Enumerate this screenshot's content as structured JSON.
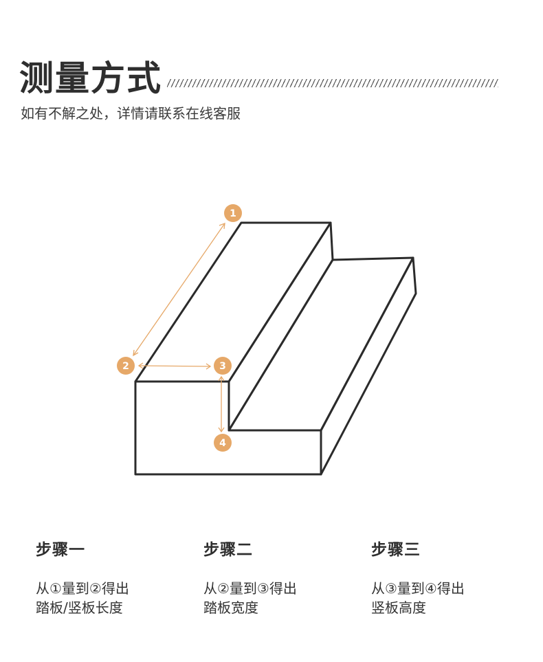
{
  "header": {
    "title": "测量方式",
    "subtitle": "如有不解之处，详情请联系在线客服"
  },
  "diagram": {
    "markers": [
      {
        "label": "1"
      },
      {
        "label": "2"
      },
      {
        "label": "3"
      },
      {
        "label": "4"
      }
    ],
    "colors": {
      "marker": "#e6a868",
      "outline": "#2b2b2b"
    }
  },
  "steps": [
    {
      "title": "步骤一",
      "line1": "从①量到②得出",
      "line2": "踏板/竖板长度"
    },
    {
      "title": "步骤二",
      "line1": "从②量到③得出",
      "line2": "踏板宽度"
    },
    {
      "title": "步骤三",
      "line1": "从③量到④得出",
      "line2": "竖板高度"
    }
  ]
}
